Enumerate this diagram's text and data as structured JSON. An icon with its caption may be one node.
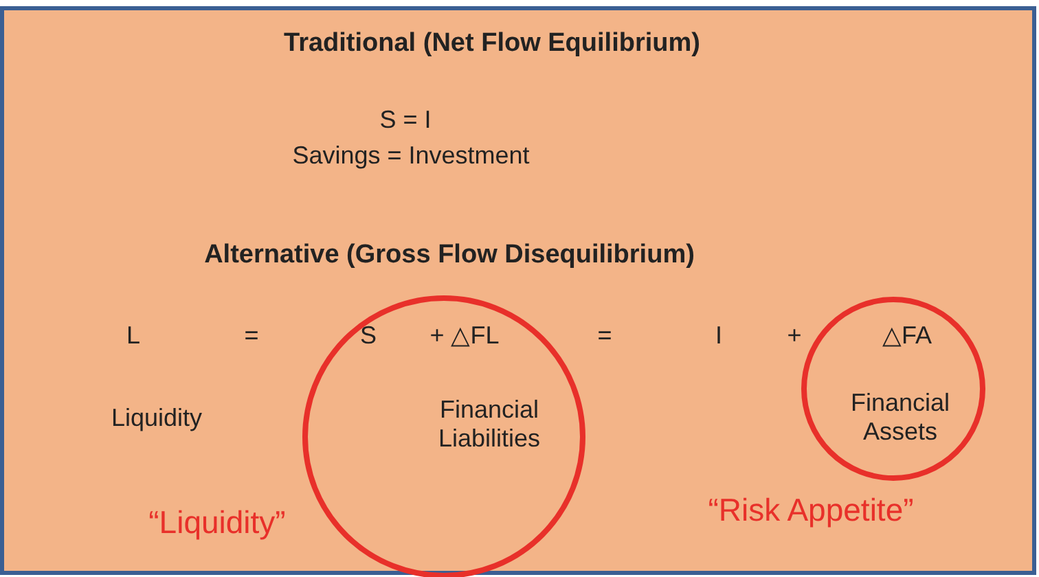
{
  "diagram": {
    "title": "Traditional (Net Flow Equilibrium)",
    "nodes": [
      {
        "text": [
          "S",
          "+ △FL",
          "Financial Liabilities"
        ],
        "beside": [
          "“Liquidity”"
        ]
      },
      {
        "text": [
          "△FA",
          "Financial Assets"
        ],
        "beside": [
          "“Risk Appetite”"
        ]
      }
    ],
    "labels": [
      "S = I",
      "Savings = Investment",
      "Alternative (Gross Flow Disequilibrium)",
      "L",
      "=",
      "=",
      "I",
      "+",
      "Liquidity"
    ]
  }
}
